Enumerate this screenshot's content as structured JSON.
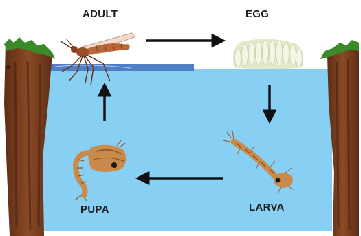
{
  "labels": {
    "adult": "ADULT",
    "egg": "EGG",
    "larva": "LARVA",
    "pupa": "PUPA"
  },
  "colors": {
    "water": "#87d0f4",
    "water_surface": "#4f7fc4",
    "cliff": "#7a3e20",
    "grass": "#3a8a2a",
    "arrow": "#111111",
    "egg": "#eef2dc",
    "larva_pupa": "#c98a4b",
    "mosquito": "#b8653a"
  },
  "icons": {
    "adult": "mosquito-adult-icon",
    "egg": "egg-raft-icon",
    "larva": "mosquito-larva-icon",
    "pupa": "mosquito-pupa-icon"
  }
}
